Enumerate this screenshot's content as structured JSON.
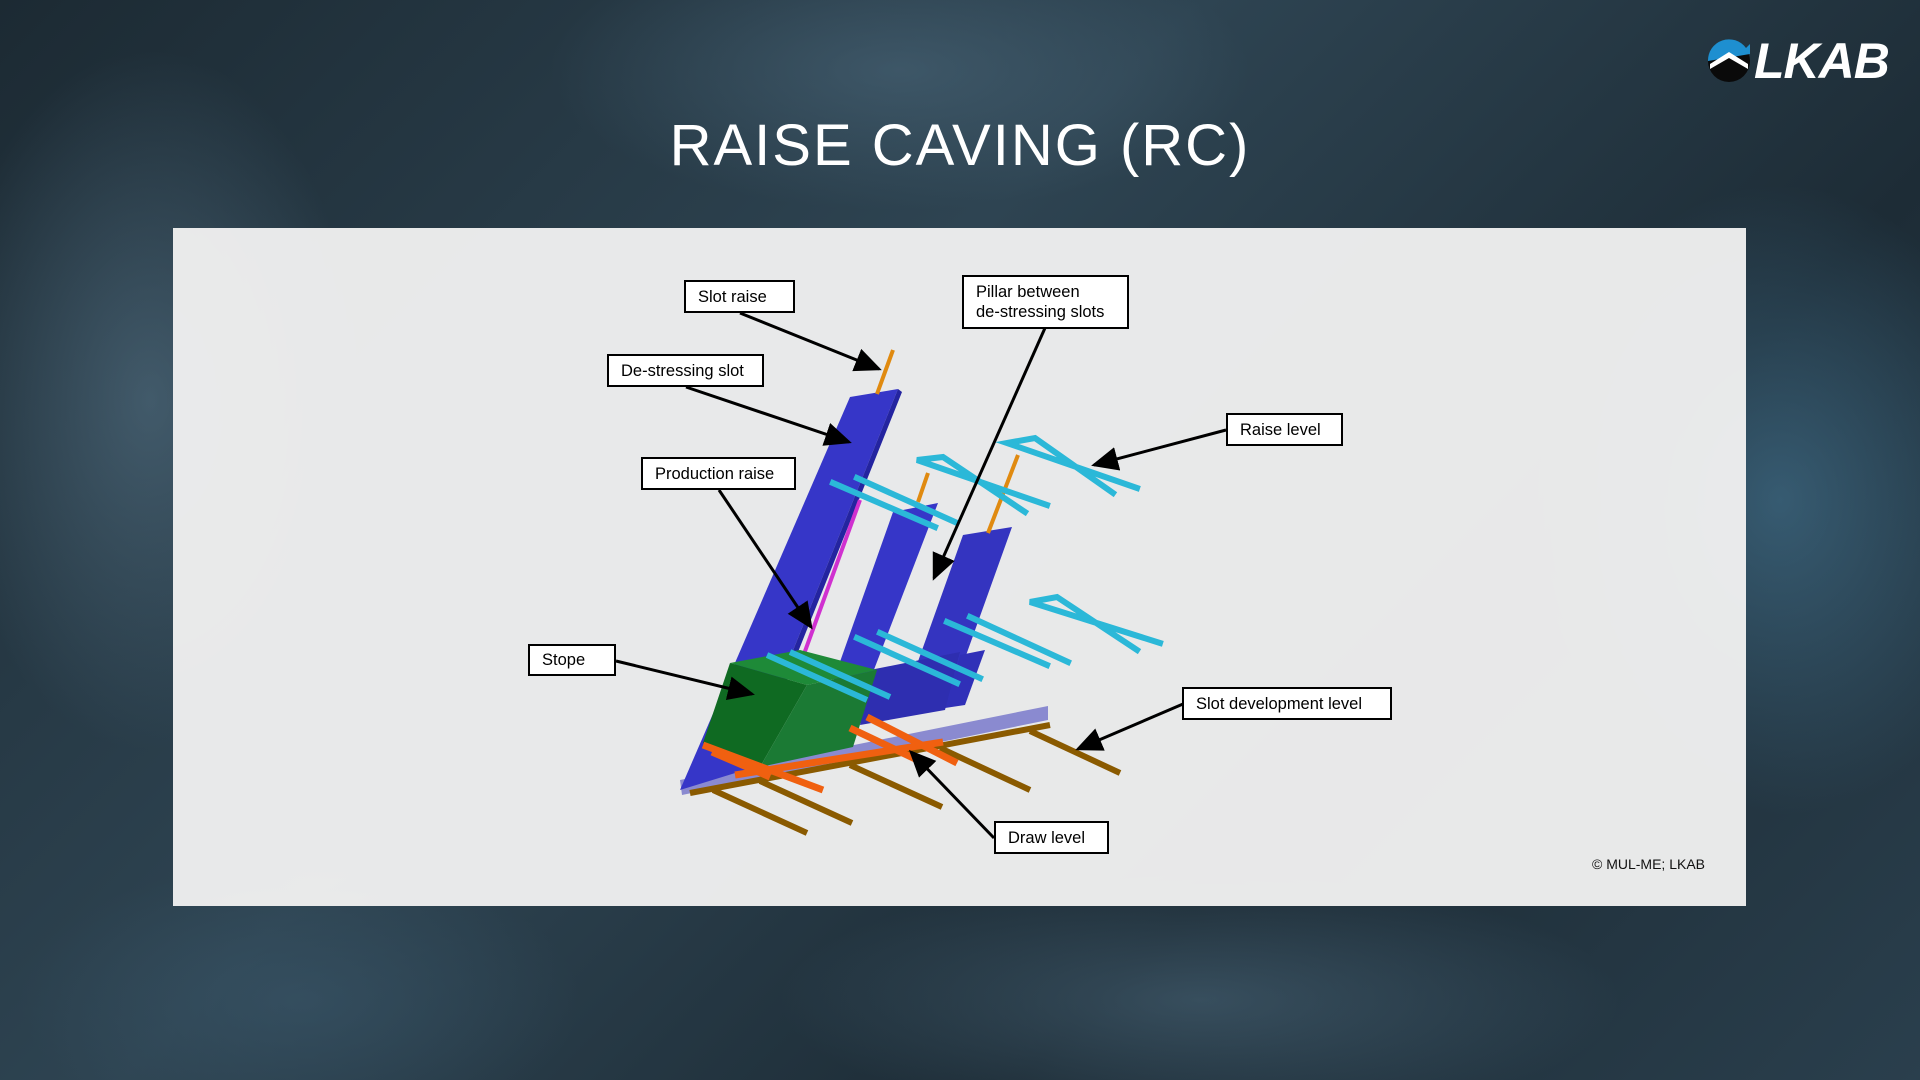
{
  "header": {
    "title": "RAISE CAVING (RC)",
    "logo_text": "LKAB"
  },
  "diagram": {
    "labels": {
      "slot_raise": "Slot raise",
      "pillar": "Pillar between de-stressing slots",
      "destressing_slot": "De-stressing slot",
      "raise_level": "Raise level",
      "production_raise": "Production raise",
      "stope": "Stope",
      "slot_development_level": "Slot development level",
      "draw_level": "Draw level"
    },
    "pillar_lines": [
      "Pillar between",
      "de-stressing slots"
    ],
    "colors": {
      "slot": "#3434c8",
      "stope": "#1a7a30",
      "raise_level": "#2bb8d8",
      "draw_level": "#f06010",
      "slot_dev": "#8a5a00",
      "production_raise": "#d030d0",
      "slot_raise": "#e08a10"
    }
  },
  "footer": {
    "copyright": "© MUL-ME; LKAB"
  }
}
